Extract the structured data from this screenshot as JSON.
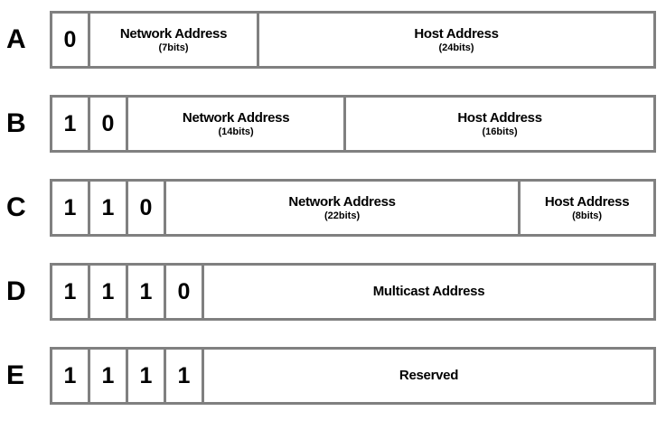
{
  "diagram": {
    "title_semantic": "IP address class structure",
    "rows": [
      {
        "label": "A",
        "bits": [
          "0"
        ],
        "segments": [
          {
            "name": "Network Address",
            "size": "(7bits)"
          },
          {
            "name": "Host Address",
            "size": "(24bits)"
          }
        ]
      },
      {
        "label": "B",
        "bits": [
          "1",
          "0"
        ],
        "segments": [
          {
            "name": "Network Address",
            "size": "(14bits)"
          },
          {
            "name": "Host Address",
            "size": "(16bits)"
          }
        ]
      },
      {
        "label": "C",
        "bits": [
          "1",
          "1",
          "0"
        ],
        "segments": [
          {
            "name": "Network Address",
            "size": "(22bits)"
          },
          {
            "name": "Host Address",
            "size": "(8bits)"
          }
        ]
      },
      {
        "label": "D",
        "bits": [
          "1",
          "1",
          "1",
          "0"
        ],
        "segments": [
          {
            "name": "Multicast Address"
          }
        ]
      },
      {
        "label": "E",
        "bits": [
          "1",
          "1",
          "1",
          "1"
        ],
        "segments": [
          {
            "name": "Reserved"
          }
        ]
      }
    ]
  },
  "colors": {
    "border": "#808080",
    "text": "#000000",
    "background": "#ffffff"
  }
}
